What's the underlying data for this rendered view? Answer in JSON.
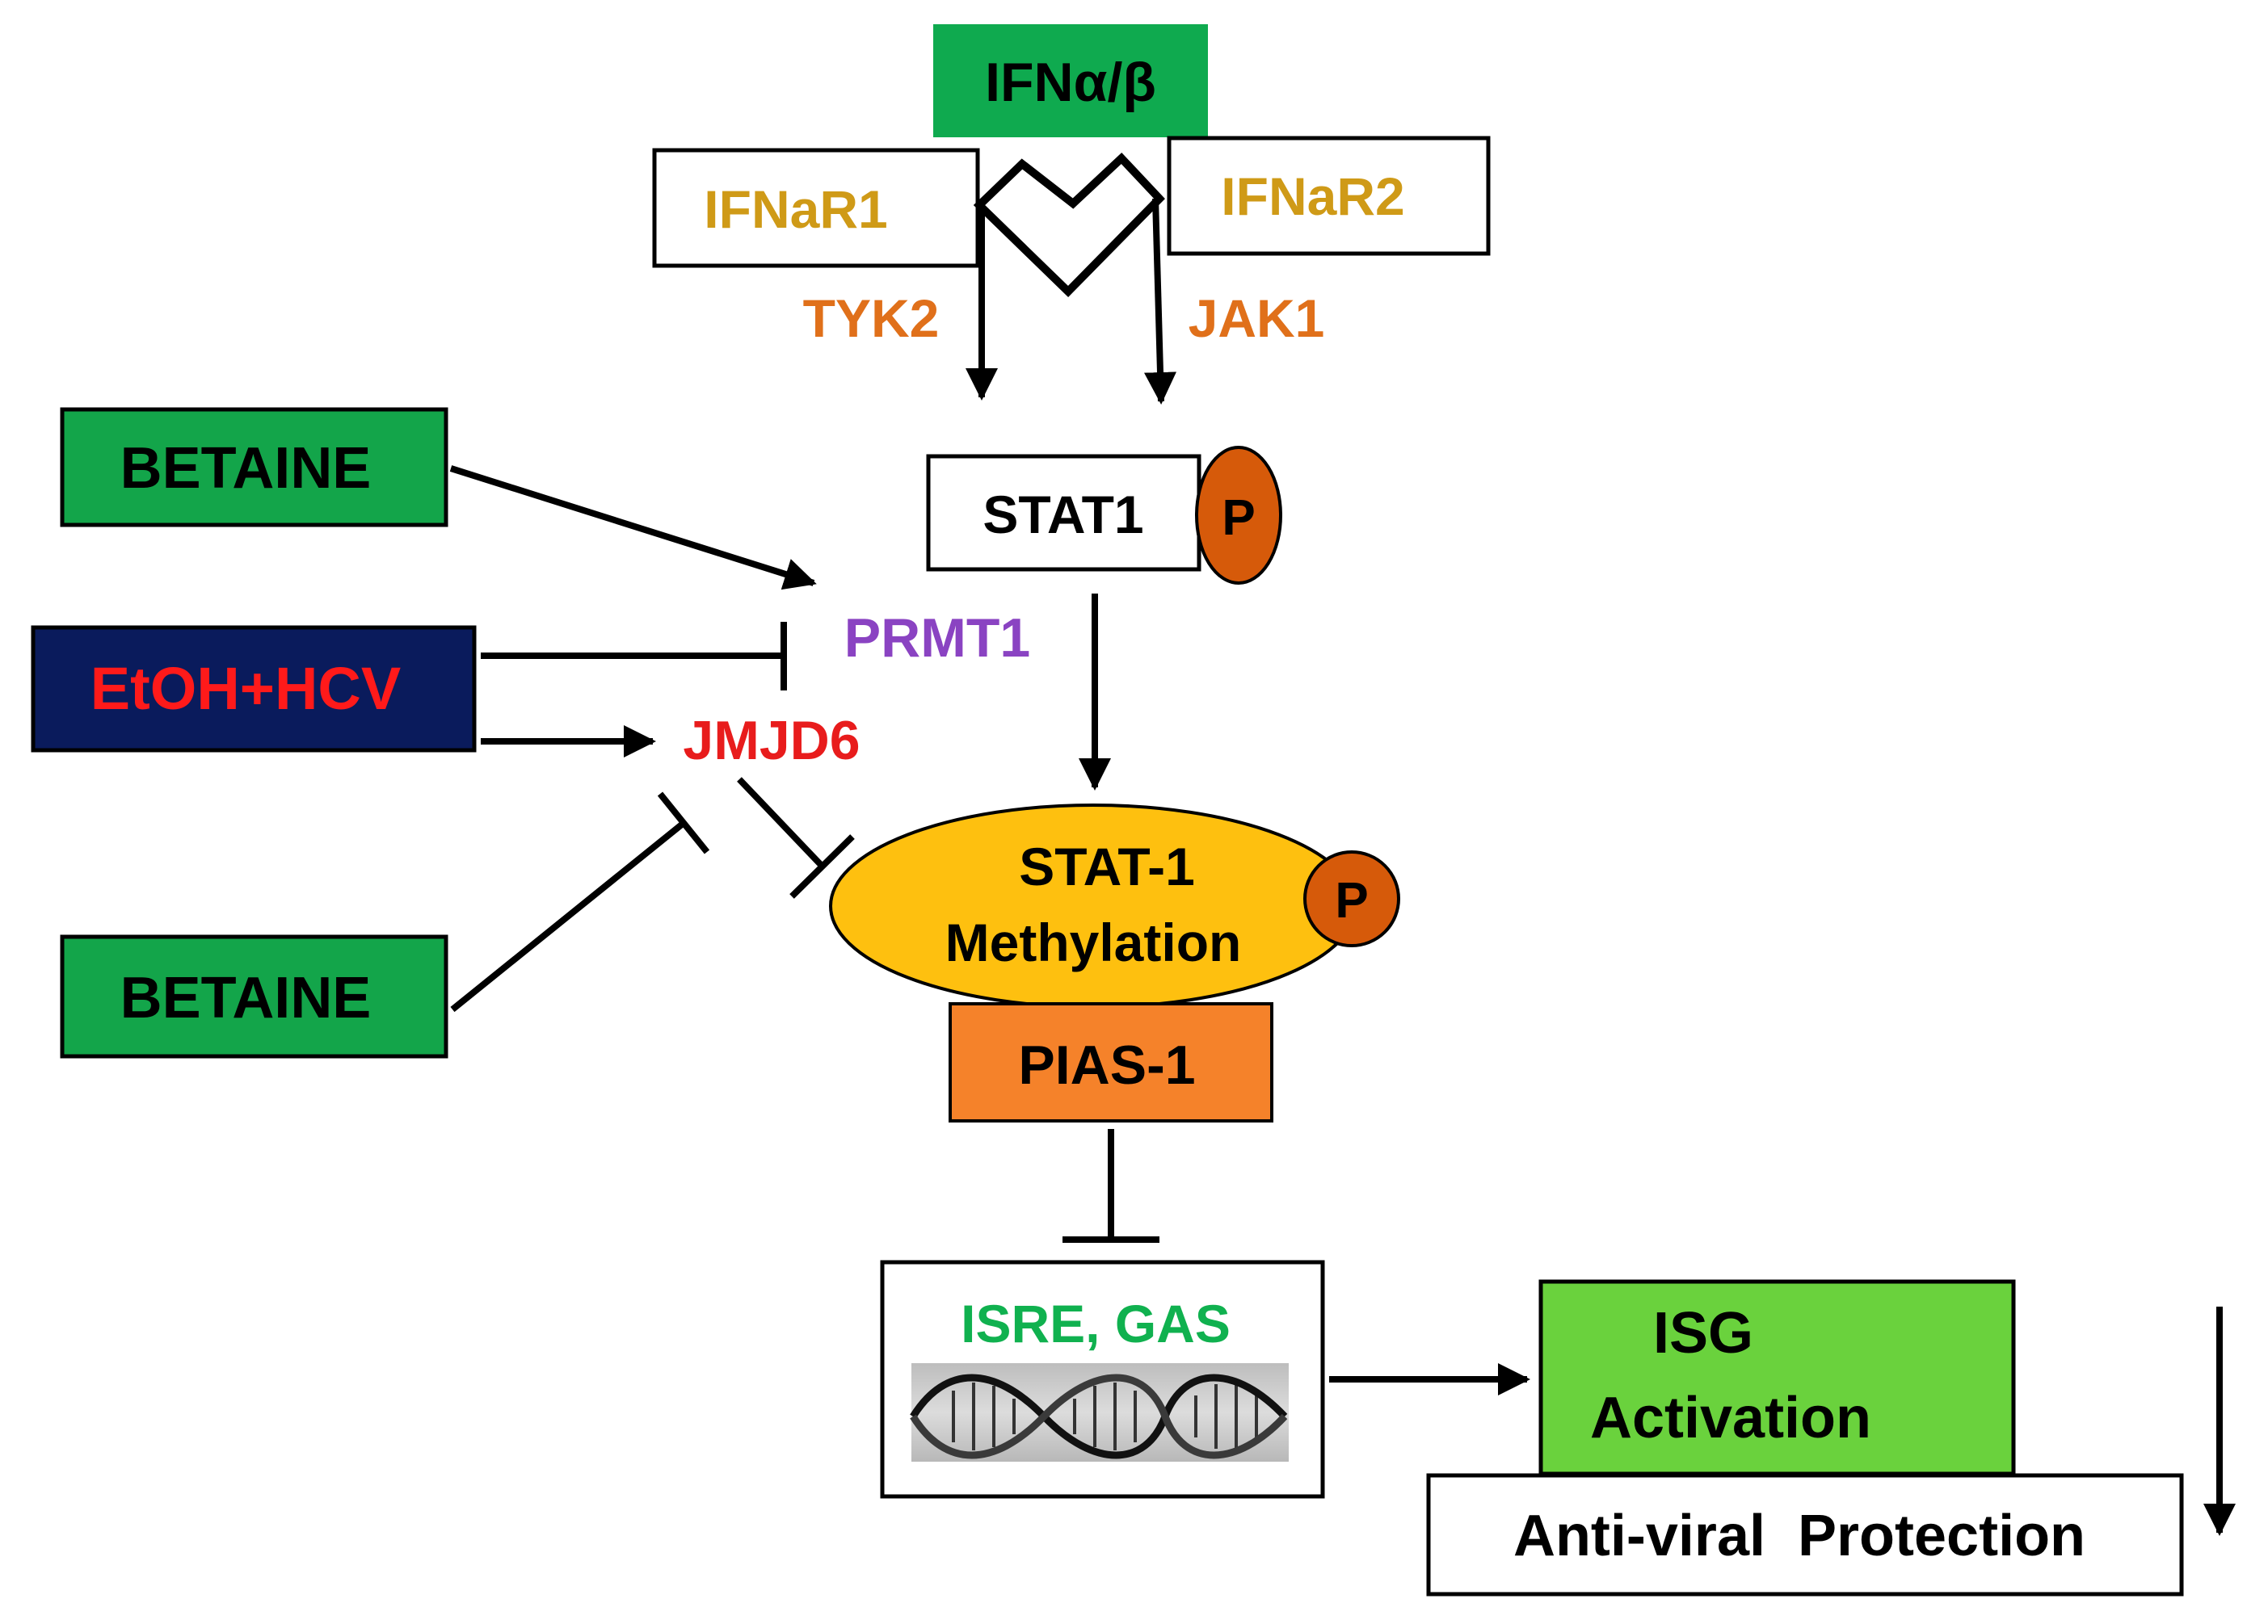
{
  "ligand": {
    "label": "IFNα/β",
    "color": "#0faa4f"
  },
  "receptors": {
    "r1": {
      "label": "IFNaR1",
      "color": "#cf9a17"
    },
    "r2": {
      "label": "IFNaR2",
      "color": "#cf9a17"
    }
  },
  "kinases": {
    "tyk2": {
      "label": "TYK2",
      "color": "#e0701a"
    },
    "jak1": {
      "label": "JAK1",
      "color": "#e0701a"
    }
  },
  "stat1": {
    "label": "STAT1",
    "phospho": "P"
  },
  "betaine_top": {
    "label": "BETAINE",
    "fill": "#13a54a"
  },
  "betaine_bottom": {
    "label": "BETAINE",
    "fill": "#13a54a"
  },
  "etoh": {
    "label": "EtOH+HCV",
    "fill": "#0a1b5c",
    "text_color": "#ff1a1a"
  },
  "prmt1": {
    "label": "PRMT1",
    "color": "#8a43c2"
  },
  "jmjd6": {
    "label": "JMJD6",
    "color": "#e81c1c"
  },
  "methylation": {
    "line1": "STAT-1",
    "line2": "Methylation",
    "phospho": "P",
    "fill": "#fec00f"
  },
  "pias": {
    "label": "PIAS-1",
    "fill": "#f5822a"
  },
  "isre": {
    "label": "ISRE, GAS",
    "color": "#10b14f"
  },
  "isg": {
    "line1": "ISG",
    "line2": "Activation",
    "fill": "#6ad23d"
  },
  "antiviral": {
    "label": "Anti-viral  Protection"
  },
  "phospho_fill": "#d65a0a"
}
